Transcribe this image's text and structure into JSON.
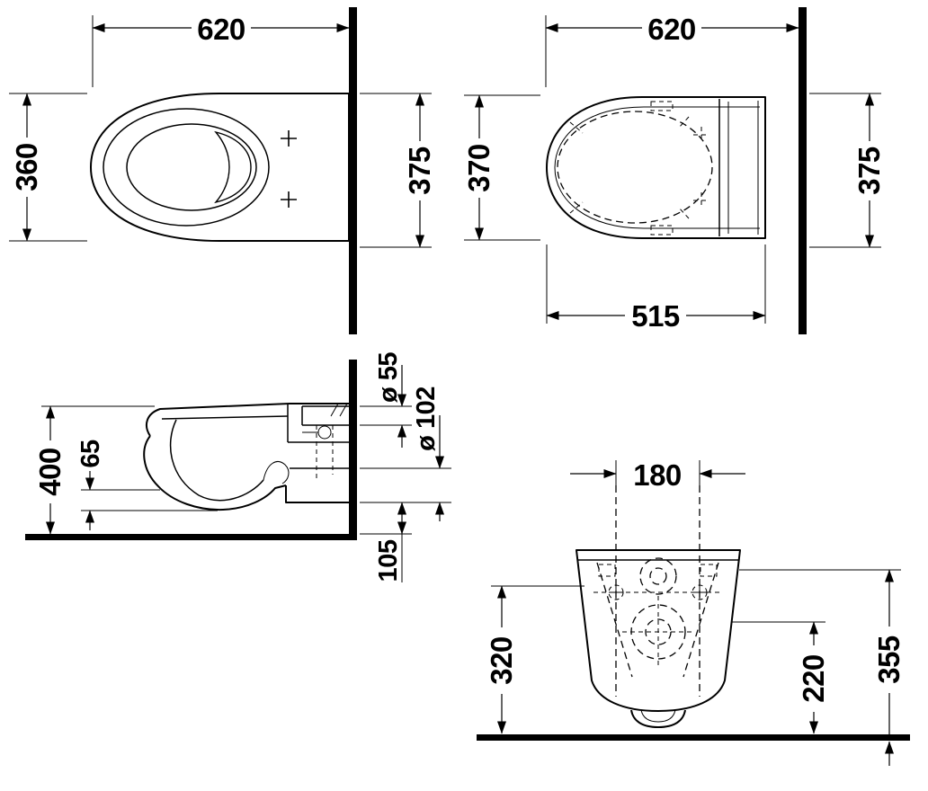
{
  "drawing": {
    "background": "#ffffff",
    "line_color": "#000000",
    "views": {
      "plan": {
        "width": "620",
        "depth": "360",
        "depth_overall": "375"
      },
      "plan_seat": {
        "width": "620",
        "depth": "370",
        "depth_overall": "375",
        "seat_length": "515"
      },
      "side": {
        "height": "400",
        "rim_offset": "65",
        "flush_pipe_dia": "ø 55",
        "outlet_dia": "ø 102",
        "outlet_height": "105"
      },
      "front": {
        "fixing_spacing": "180",
        "bowl_height": "320",
        "outlet_height": "220",
        "overall_height": "355"
      }
    }
  }
}
